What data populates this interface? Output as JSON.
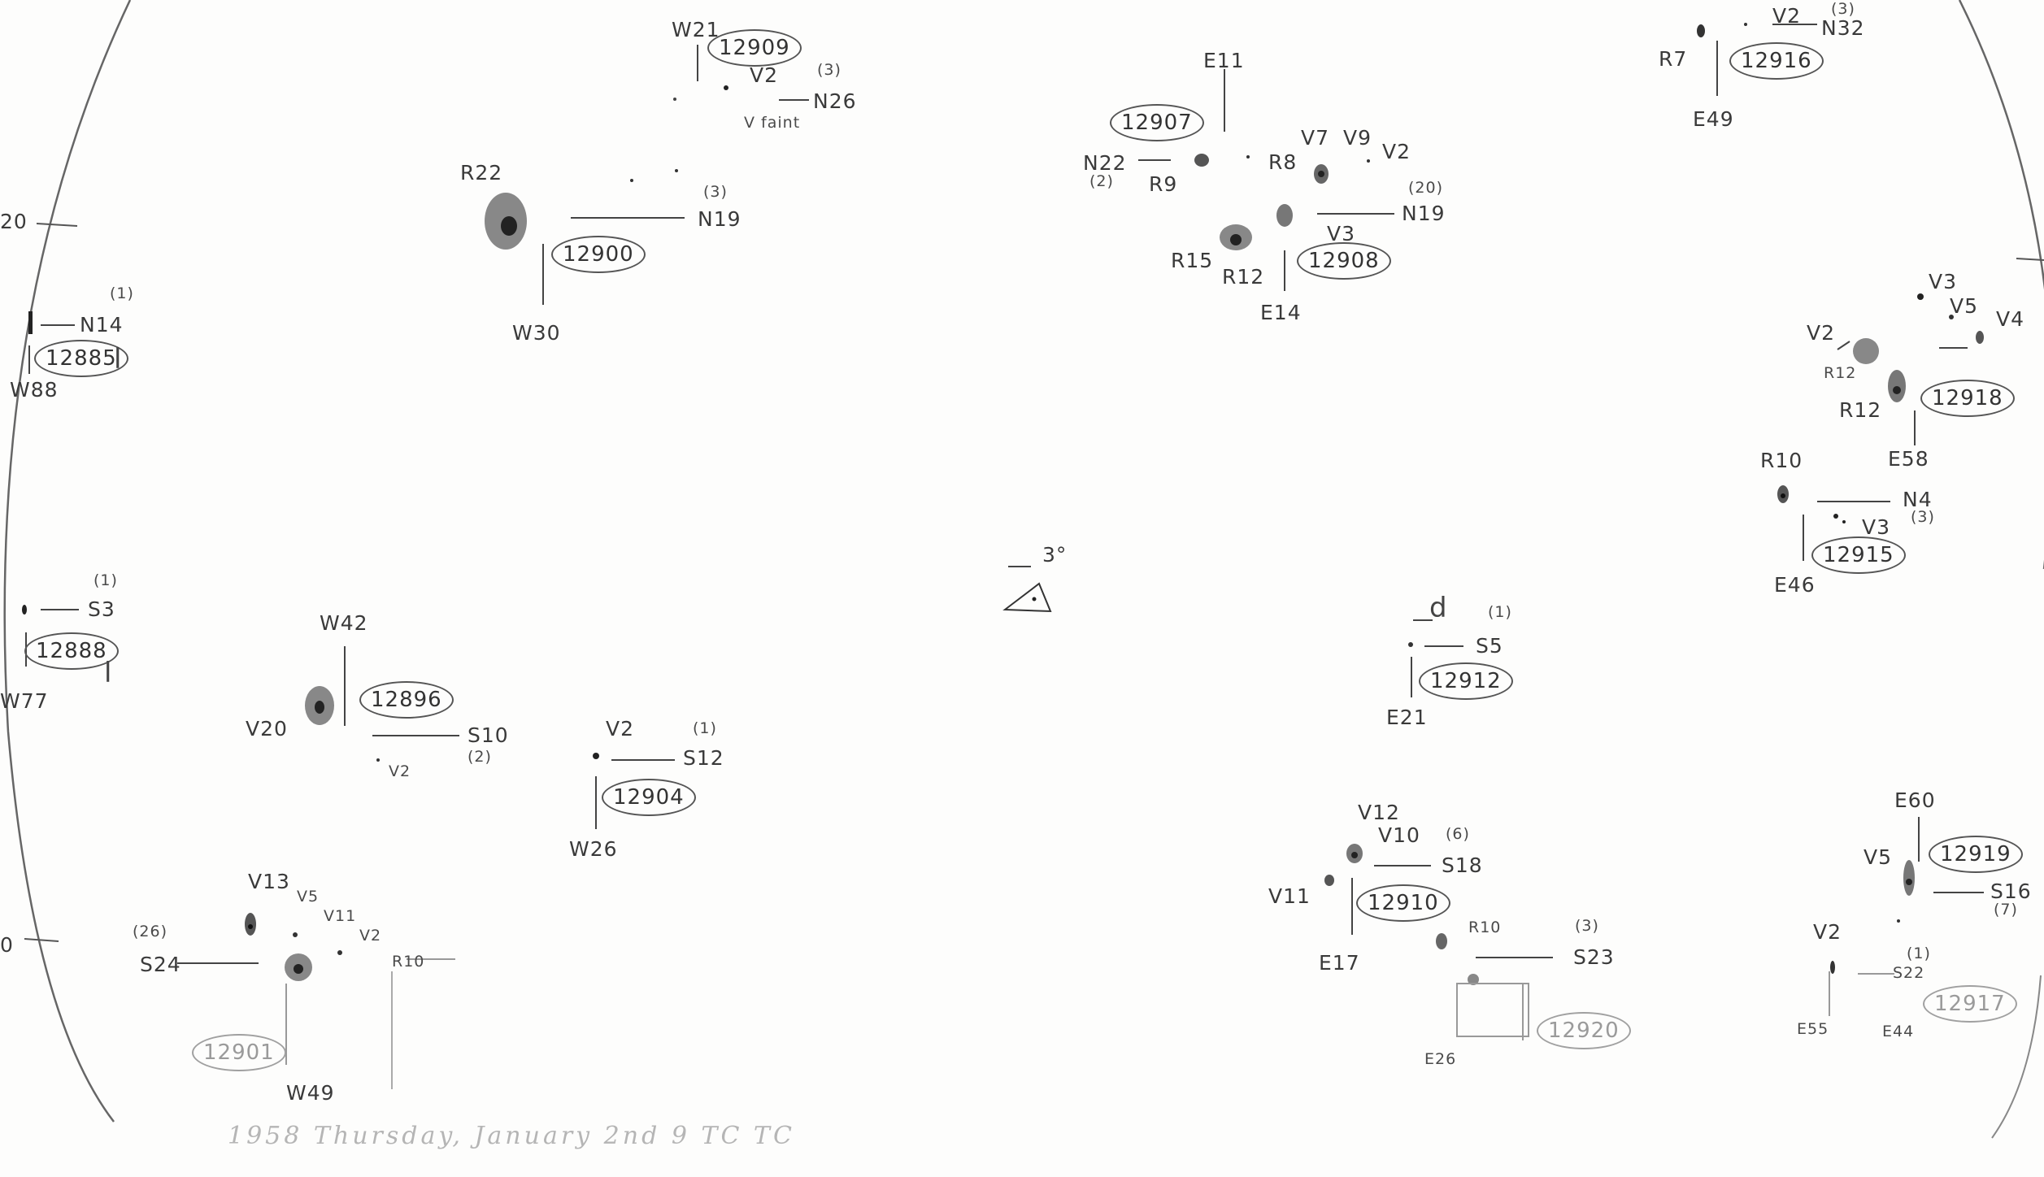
{
  "sheet": {
    "footer": "1958 Thursday, January 2nd 9 TC TC",
    "center_mark": "3°",
    "groups": [
      {
        "id": "g12909",
        "number": "12909",
        "labels": {
          "lon": "W21",
          "lat": "N26",
          "count": "(3)",
          "v1": "V2",
          "v2": "V faint"
        }
      },
      {
        "id": "g12907",
        "number": "12907",
        "labels": {
          "top": "E11",
          "lat": "N22",
          "count": "(2)",
          "r": "R9"
        }
      },
      {
        "id": "g12908",
        "number": "12908",
        "labels": {
          "r8": "R8",
          "v7": "V7",
          "v9": "V9",
          "v2": "V2",
          "count": "(20)",
          "lat": "N19",
          "v3": "V3",
          "r15": "R15",
          "r12": "R12",
          "lon": "E14"
        }
      },
      {
        "id": "g12916",
        "number": "12916",
        "labels": {
          "r": "R7",
          "v": "V2",
          "lat": "N32",
          "count": "(3)",
          "lon": "E49"
        }
      },
      {
        "id": "g12900",
        "number": "12900",
        "labels": {
          "r": "R22",
          "count": "(3)",
          "lat": "N19",
          "lon": "W30"
        }
      },
      {
        "id": "g12885",
        "number": "12885",
        "labels": {
          "count": "(1)",
          "lat": "N14",
          "lon": "W88",
          "l": "l"
        }
      },
      {
        "id": "g12918",
        "number": "12918",
        "labels": {
          "v3": "V3",
          "v5": "V5",
          "v4": "V4",
          "v2": "V2",
          "r12a": "R12",
          "r12b": "R12",
          "lon": "E58"
        }
      },
      {
        "id": "g12915",
        "number": "12915",
        "labels": {
          "r": "R10",
          "lat": "N4",
          "v": "V3",
          "count": "(3)",
          "lon": "E46"
        }
      },
      {
        "id": "g12888",
        "number": "12888",
        "labels": {
          "count": "(1)",
          "lat": "S3",
          "lon": "W77",
          "l": "l"
        }
      },
      {
        "id": "g12896",
        "number": "12896",
        "labels": {
          "lon": "W42",
          "v20": "V20",
          "lat": "S10",
          "count": "(2)",
          "v2": "V2"
        }
      },
      {
        "id": "g12904",
        "number": "12904",
        "labels": {
          "v": "V2",
          "count": "(1)",
          "lat": "S12",
          "lon": "W26"
        }
      },
      {
        "id": "g12912",
        "number": "12912",
        "labels": {
          "d": "d",
          "count": "(1)",
          "lat": "S5",
          "lon": "E21"
        }
      },
      {
        "id": "g12910",
        "number": "12910",
        "labels": {
          "v12": "V12",
          "v10": "V10",
          "count": "(6)",
          "lat": "S18",
          "v11": "V11",
          "lon": "E17"
        }
      },
      {
        "id": "g12919",
        "number": "12919",
        "labels": {
          "top": "E60",
          "v": "V5",
          "lat": "S16",
          "count": "(7)"
        }
      },
      {
        "id": "g12901",
        "number": "12901",
        "labels": {
          "count": "(26)",
          "lat": "S24",
          "v13": "V13",
          "v5": "V5",
          "v11": "V11",
          "v2": "V2",
          "r10": "R10",
          "lon": "W49"
        }
      },
      {
        "id": "g12920",
        "number": "12920",
        "labels": {
          "r": "R10",
          "count": "(3)",
          "lat": "S23",
          "lon": "E26"
        }
      },
      {
        "id": "g12917",
        "number": "12917",
        "labels": {
          "v": "V2",
          "count": "(1)",
          "lat": "S22",
          "lon": "E55",
          "lon2": "E44"
        }
      }
    ],
    "edge": {
      "y20": "20",
      "y0": "0"
    }
  }
}
